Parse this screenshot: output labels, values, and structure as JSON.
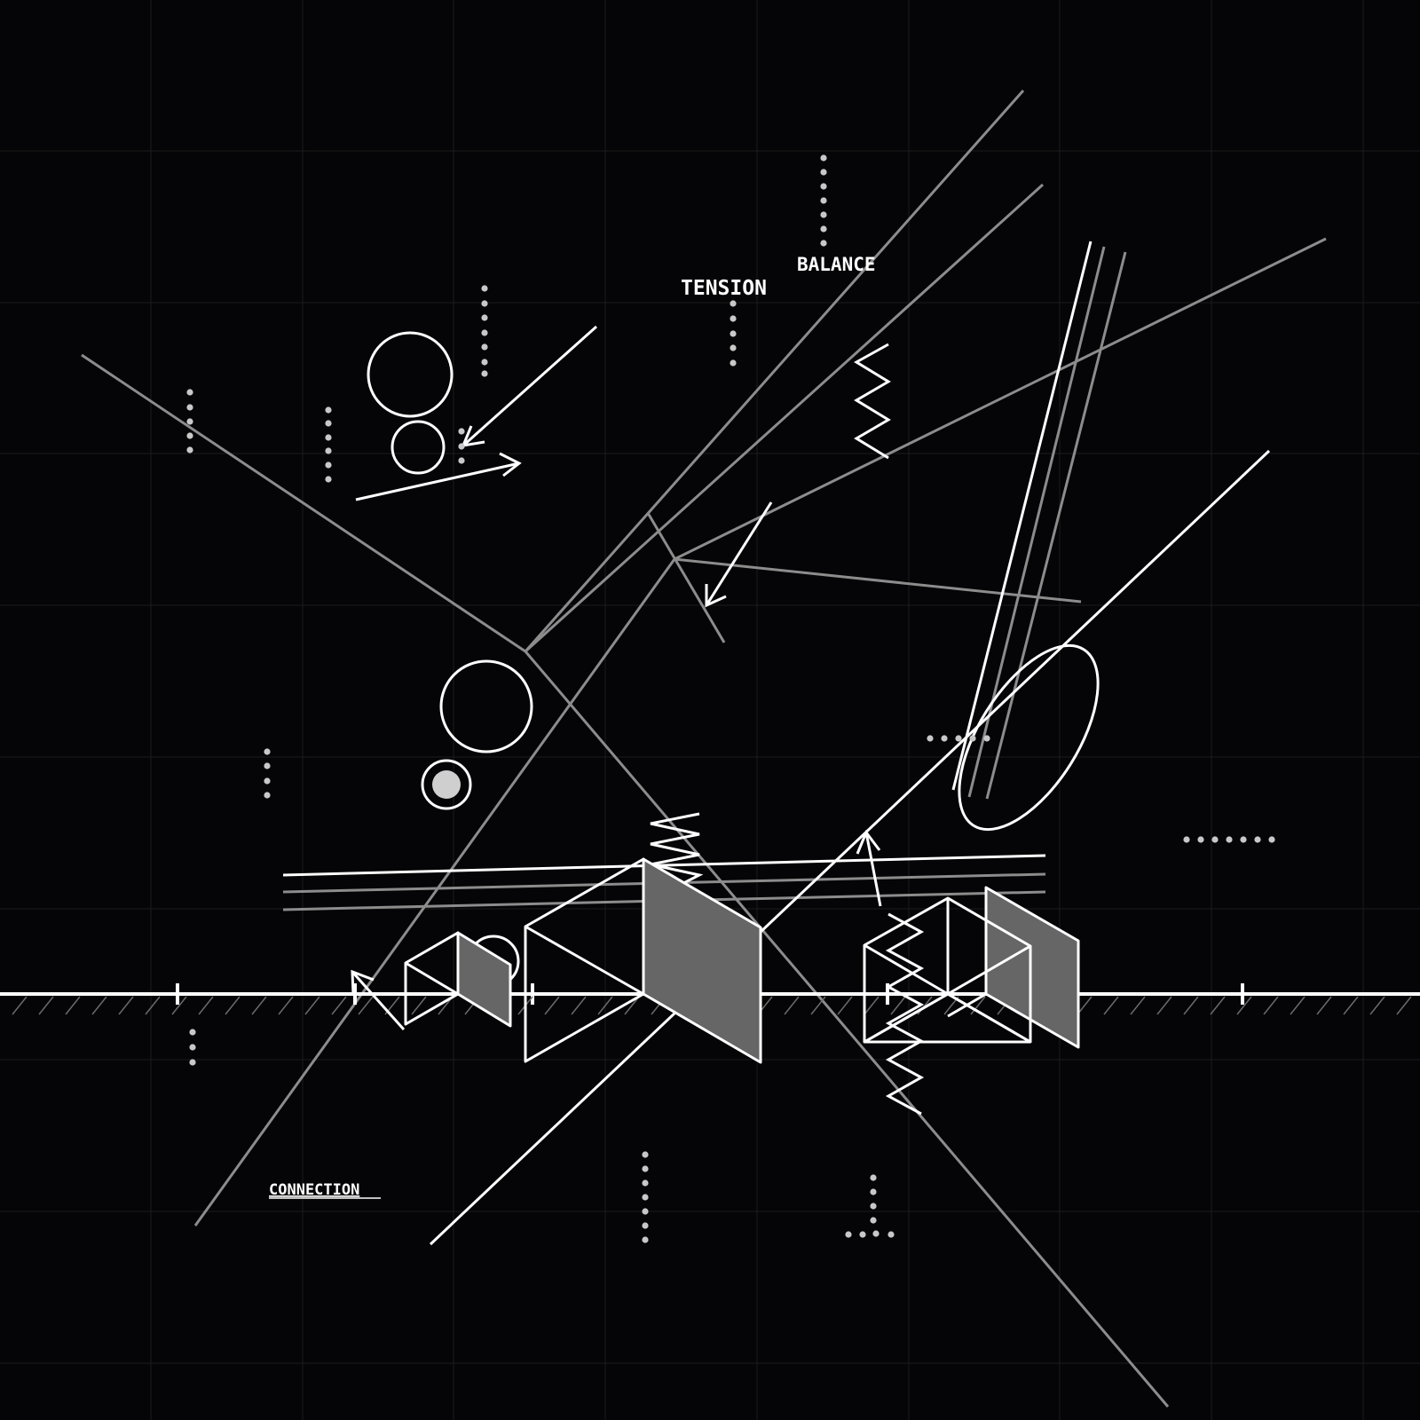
{
  "labels": {
    "tension": "TENSION",
    "balance": "BALANCE",
    "connection": "CONNECTION"
  },
  "colors": {
    "background": "#050406",
    "stroke": "#ffffff",
    "grey_stroke": "#8c8c8c",
    "fill_grey": "#666666",
    "dot_grey": "#c8c8c8",
    "grid": "#1c1c1c"
  }
}
